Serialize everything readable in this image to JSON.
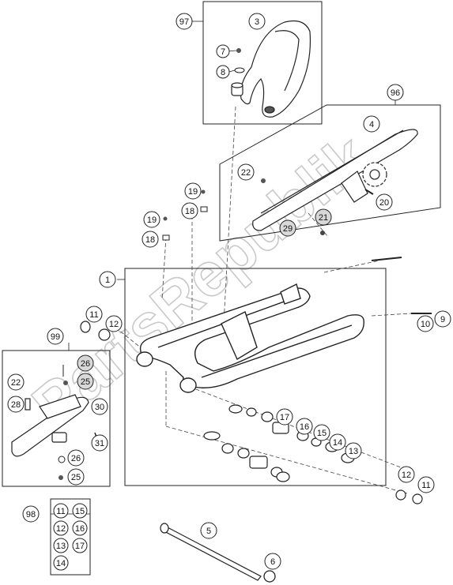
{
  "watermark": "PartsRepublik",
  "callouts": {
    "c97": "97",
    "c3": "3",
    "c7": "7",
    "c8": "8",
    "c96": "96",
    "c4": "4",
    "c22a": "22",
    "c20": "20",
    "c21": "21",
    "c29": "29",
    "c19a": "19",
    "c18a": "18",
    "c19b": "19",
    "c18b": "18",
    "c1": "1",
    "c11a": "11",
    "c12a": "12",
    "c10": "10",
    "c9": "9",
    "c99": "99",
    "c26a": "26",
    "c25a": "25",
    "c22b": "22",
    "c28": "28",
    "c30": "30",
    "c31": "31",
    "c26b": "26",
    "c25b": "25",
    "c17": "17",
    "c16": "16",
    "c15": "15",
    "c14": "14",
    "c13": "13",
    "c12b": "12",
    "c11b": "11",
    "c98": "98",
    "k11": "11",
    "k15": "15",
    "k12": "12",
    "k16": "16",
    "k13": "13",
    "k17": "17",
    "k14": "14",
    "c5": "5",
    "c6": "6"
  }
}
